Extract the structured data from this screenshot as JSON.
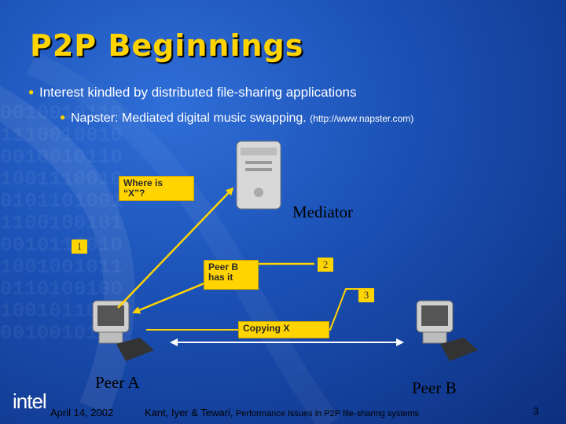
{
  "slide": {
    "title": "P2P Beginnings",
    "bullet1": "Interest kindled by distributed file-sharing applications",
    "bullet2_main": "Napster: Mediated digital music swapping.",
    "bullet2_url": "(http://www.napster.com)"
  },
  "diagram": {
    "where_line1": "Where is",
    "where_line2": "“X”?",
    "mediator_label": "Mediator",
    "step1": "1",
    "peerb_line1": "Peer B",
    "peerb_line2": "has it",
    "step2": "2",
    "step3": "3",
    "copying": "Copying X",
    "peer_a_label": "Peer A",
    "peer_b_label": "Peer B"
  },
  "footer": {
    "logo": "intel",
    "date": "April 14, 2002",
    "authors": "Kant, Iyer & Tewari,",
    "paper": "Performance Issues in P2P file-sharing systems",
    "page": "3"
  },
  "colors": {
    "accent": "#ffd400",
    "background": "#1a4fb3",
    "arrow": "#ffd400"
  }
}
